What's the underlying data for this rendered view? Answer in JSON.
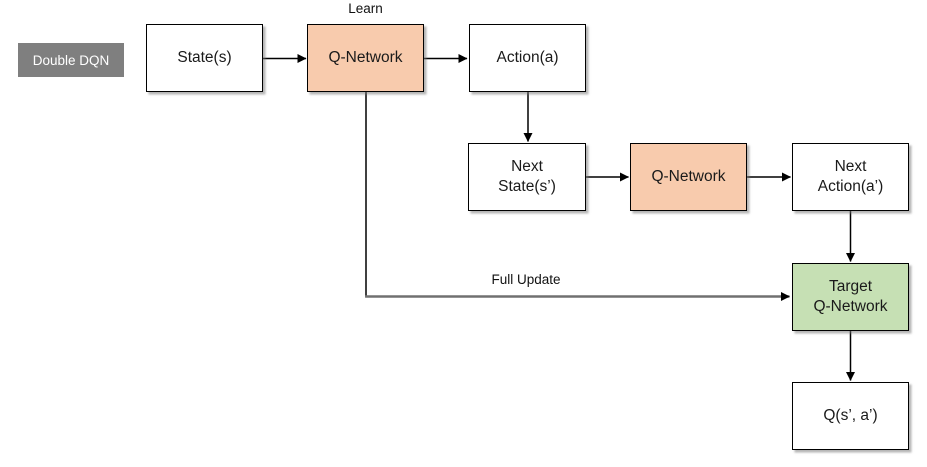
{
  "diagram": {
    "badge": "Double DQN",
    "labels": {
      "learn": "Learn",
      "full_update": "Full Update"
    },
    "nodes": {
      "state": {
        "label": "State(s)"
      },
      "q_network_1": {
        "label": "Q-Network"
      },
      "action": {
        "label": "Action(a)"
      },
      "next_state": {
        "line1": "Next",
        "line2": "State(s’)"
      },
      "q_network_2": {
        "label": "Q-Network"
      },
      "next_action": {
        "line1": "Next",
        "line2": "Action(a’)"
      },
      "target_q_network": {
        "line1": "Target",
        "line2": "Q-Network"
      },
      "q_value": {
        "label": "Q(s’, a’)"
      }
    },
    "colors": {
      "q_network_fill": "#F8CBAD",
      "target_fill": "#C6E0B4",
      "badge_bg": "#7F7F7F",
      "connector": "#000000",
      "full_update_line": "#707070"
    }
  }
}
